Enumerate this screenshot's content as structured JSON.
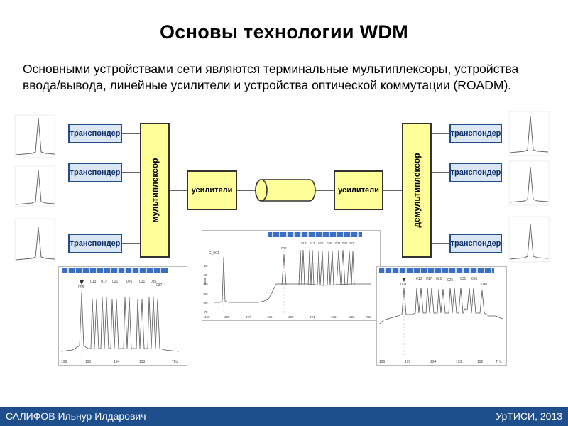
{
  "slide": {
    "title": "Основы технологии WDM",
    "body": "Основными устройствами сети являются терминальные мультиплексоры, устройства ввода/вывода, линейные усилители и устройства оптической коммутации (ROADM)."
  },
  "diagram": {
    "transponder_label": "транспондер",
    "mux_label": "мультиплексор",
    "demux_label": "демультиплексор",
    "amp_label": "усилители"
  },
  "spectra": {
    "left": {
      "channels": [
        "008",
        "013",
        "017",
        "021",
        "026",
        "031",
        "035",
        "037"
      ],
      "x_ticks": [
        "196",
        "195",
        "194",
        "193",
        "THz"
      ]
    },
    "middle": {
      "marker": "C_001",
      "channels": [
        "008",
        "013",
        "017",
        "021",
        "026",
        "031",
        "035",
        "037"
      ],
      "x_ticks": [
        "196",
        "195",
        "197",
        "196",
        "195",
        "194",
        "193",
        "192",
        "THz"
      ],
      "y_ticks": [
        "-20",
        "-30",
        "-40",
        "-50",
        "-60",
        "-70"
      ],
      "y_unit": "dBm"
    },
    "right": {
      "channels": [
        "008",
        "013",
        "017",
        "021",
        "026",
        "031",
        "035",
        "040"
      ],
      "x_ticks": [
        "196",
        "195",
        "194",
        "193",
        "192",
        "THz"
      ]
    }
  },
  "footer": {
    "author": "САЛИФОВ Ильнур Илдарович",
    "org_year": "УрТИСИ, 2013"
  },
  "colors": {
    "box_fill": "#ffff99",
    "transponder_fill": "#1f4e8c",
    "footer_bg": "#1f4e8c",
    "cable_fill": "#ffff99",
    "channel_strip": "#3a6fc4"
  }
}
